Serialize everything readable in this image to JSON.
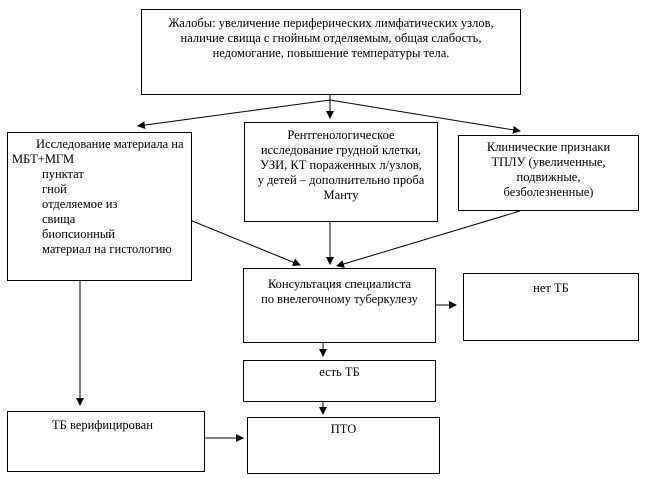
{
  "diagram": {
    "complaints": {
      "lines": [
        "Жалобы: увеличение периферических лимфатических узлов,",
        "наличие свища с гнойным отделяемым, общая слабость,",
        "недомогание, повышение температуры тела."
      ]
    },
    "lab": {
      "title_lines": [
        "Исследование материала на",
        "МБТ+МГМ"
      ],
      "items": [
        "пунктат",
        "гной",
        "отделяемое из",
        "свища",
        "биопсионный",
        "материал на гистологию"
      ]
    },
    "xray": {
      "lines": [
        "Рентгенологическое",
        "исследование грудной клетки,",
        "УЗИ, КТ пораженных л/узлов,",
        "у детей – дополнительно проба",
        "Манту"
      ]
    },
    "clinical": {
      "lines": [
        "Клинические признаки",
        "ТПЛУ (увеличенные,",
        "подвижные,",
        "безболезненные)"
      ]
    },
    "consult": {
      "lines": [
        "Консультация специалиста",
        "по внелегочному туберкулезу"
      ]
    },
    "no_tb": {
      "label": "нет ТБ"
    },
    "yes_tb": {
      "label": "есть ТБ"
    },
    "verified": {
      "label": "ТБ верифицирован"
    },
    "pto": {
      "label": "ПТО"
    }
  }
}
